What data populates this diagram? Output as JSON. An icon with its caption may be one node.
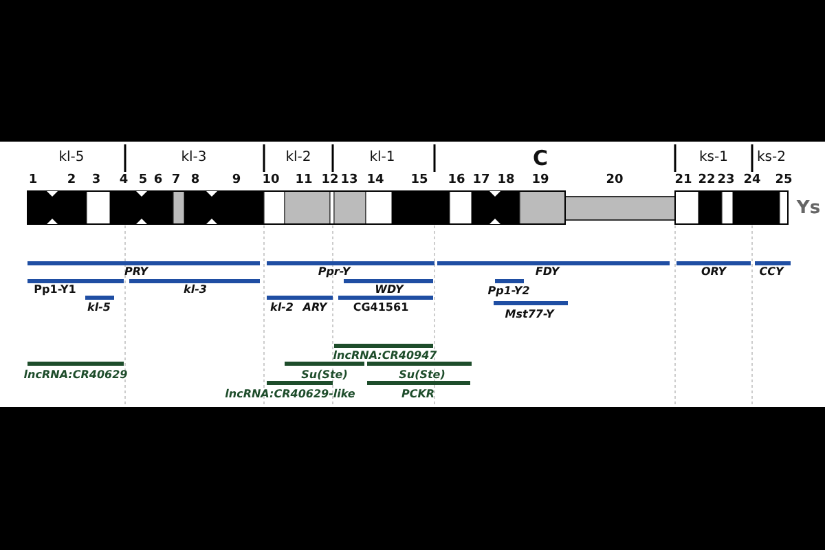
{
  "diagram": {
    "labels": [
      "kl-5",
      "kl-3",
      "kl-2",
      "kl-1",
      "C",
      "ks-1",
      "ks-2",
      "1",
      "2",
      "3",
      "4",
      "5",
      "6",
      "7",
      "8",
      "9",
      "10",
      "11",
      "12",
      "13",
      "14",
      "15",
      "16",
      "17",
      "18",
      "19",
      "20",
      "21",
      "22",
      "23",
      "24",
      "25",
      "Ys",
      "PRY",
      "Ppr-Y",
      "FDY",
      "ORY",
      "CCY",
      "Pp1-Y1",
      "kl-3",
      "WDY",
      "Pp1-Y2",
      "kl-5",
      "kl-2",
      "ARY",
      "CG41561",
      "Mst77-Y",
      "lncRNA:CR40947",
      "lncRNA:CR40629",
      "Su(Ste)",
      "Su(Ste)",
      "lncRNA:CR40629-like",
      "PCKR"
    ]
  }
}
